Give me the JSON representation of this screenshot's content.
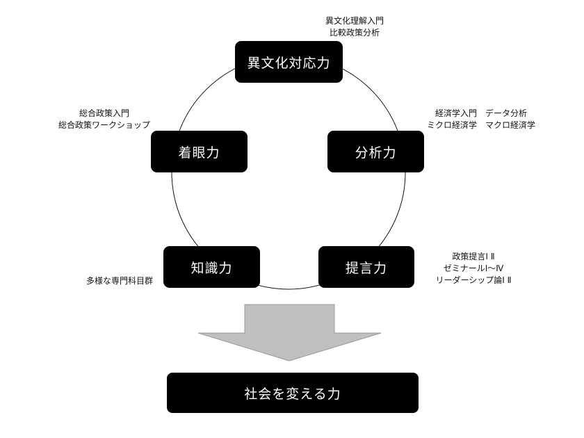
{
  "nodes": {
    "ibunka": {
      "label": "異文化対応力",
      "courses": [
        "異文化理解入門",
        "比較政策分析"
      ]
    },
    "bunseki": {
      "label": "分析力",
      "courses": [
        "経済学入門　データ分析",
        "ミクロ経済学　マクロ経済学"
      ]
    },
    "teigen": {
      "label": "提言力",
      "courses": [
        "政策提言Ⅰ Ⅱ",
        "ゼミナールⅠ～Ⅳ",
        "リーダーシップ論Ⅰ Ⅱ"
      ]
    },
    "chishiki": {
      "label": "知識力",
      "courses": [
        "多様な専門科目群"
      ]
    },
    "chakugan": {
      "label": "着眼力",
      "courses": [
        "総合政策入門",
        "総合政策ワークショップ"
      ]
    }
  },
  "result": {
    "label": "社会を変える力"
  },
  "colors": {
    "box_fill": "#000000",
    "box_text": "#ffffff",
    "circle_stroke": "#111111",
    "arrow_fill": "#bfbfbf",
    "arrow_stroke": "#9a9a9a"
  }
}
